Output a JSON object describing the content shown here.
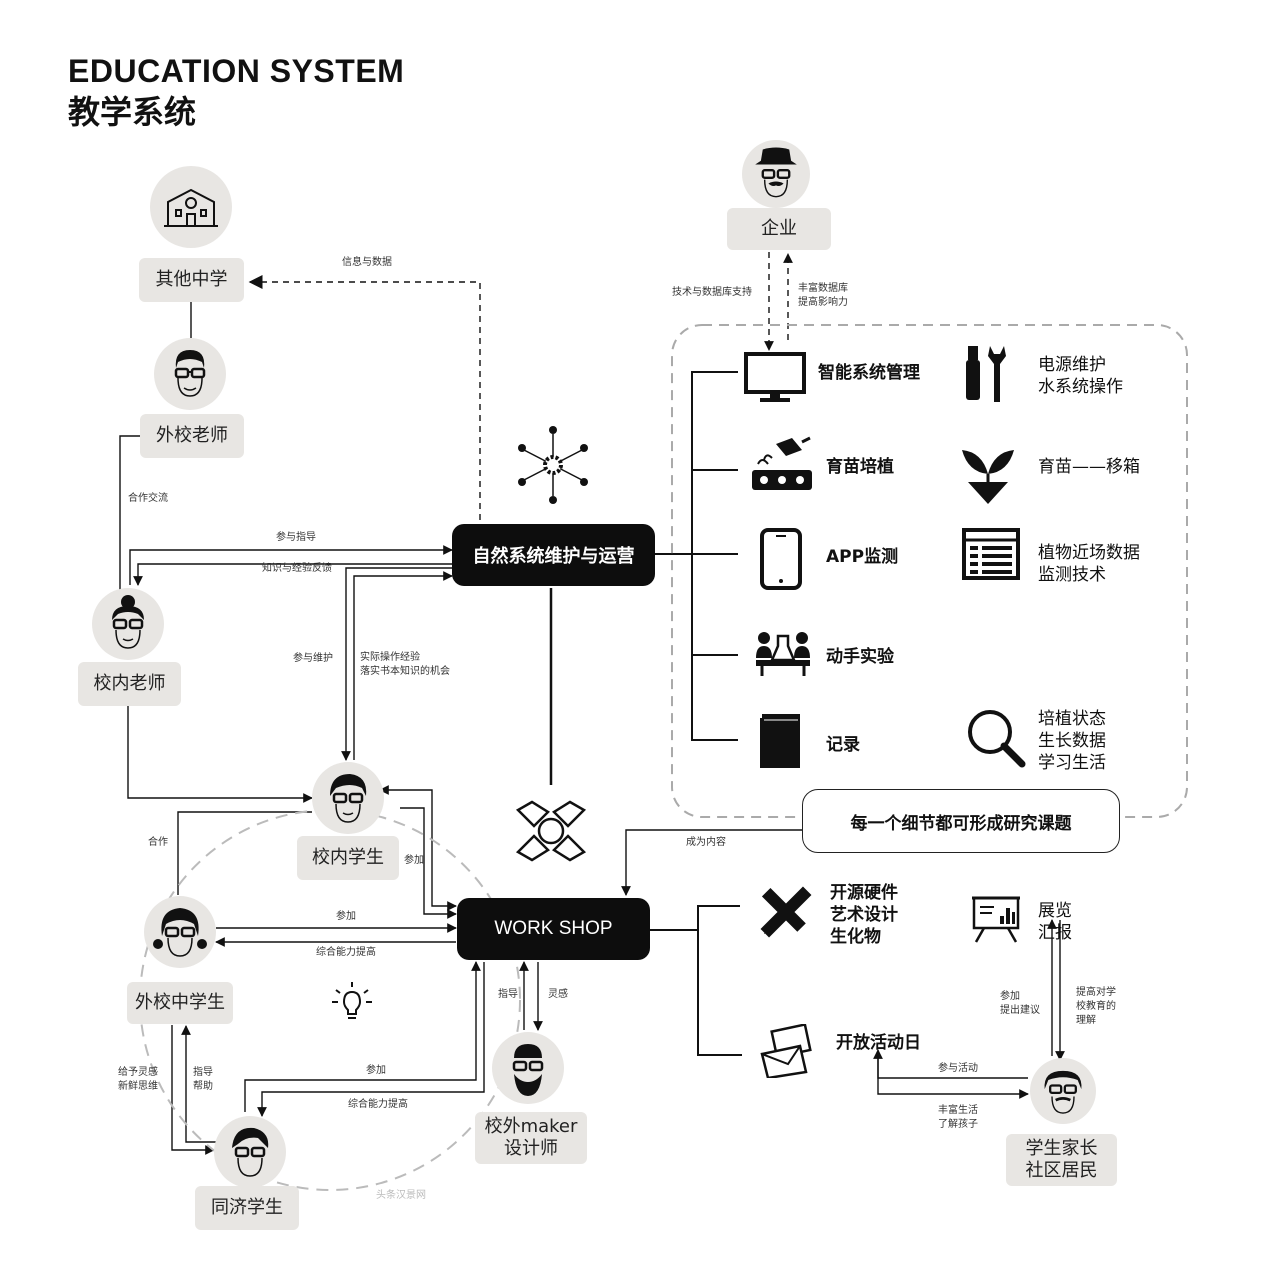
{
  "header": {
    "title_en": "EDUCATION SYSTEM",
    "title_cn": "教学系统"
  },
  "nodes": {
    "other_school": "其他中学",
    "outside_teacher": "外校老师",
    "inside_teacher": "校内老师",
    "inside_student": "校内学生",
    "outside_student": "外校中学生",
    "tongji_student": "同济学生",
    "maker_line1": "校外maker",
    "maker_line2": "设计师",
    "enterprise": "企业",
    "parents_line1": "学生家长",
    "parents_line2": "社区居民",
    "nature_system": "自然系统维护与运营",
    "workshop": "WORK SHOP",
    "research": "每一个细节都可形成研究课题"
  },
  "edges": {
    "info_data": "信息与数据",
    "cooperation_exchange": "合作交流",
    "participate_guide": "参与指导",
    "knowledge_feedback": "知识与经验反馈",
    "participate_maintain": "参与维护",
    "practice_line1": "实际操作经验",
    "practice_line2": "落实书本知识的机会",
    "cooperate": "合作",
    "join1": "参加",
    "join2": "参加",
    "ability1": "综合能力提高",
    "join3": "参加",
    "ability2": "综合能力提高",
    "inspire_line1": "给予灵感",
    "inspire_line2": "新鲜思维",
    "guide_help_line1": "指导",
    "guide_help_line2": "帮助",
    "guide": "指导",
    "inspiration": "灵感",
    "tech_support": "技术与数据库支持",
    "enrich_line1": "丰富数据库",
    "enrich_line2": "提高影响力",
    "become_content": "成为内容",
    "join_suggest_line1": "参加",
    "join_suggest_line2": "提出建议",
    "improve_line1": "提高对学",
    "improve_line2": "校教育的",
    "improve_line3": "理解",
    "join_activity": "参与活动",
    "enrich_life_line1": "丰富生活",
    "enrich_life_line2": "了解孩子"
  },
  "watermark": "头条汉景网",
  "functions": {
    "smart_mgmt": "智能系统管理",
    "power_line1": "电源维护",
    "power_line2": "水系统操作",
    "seedling": "育苗培植",
    "transplant": "育苗——移箱",
    "app": "APP监测",
    "plant_data_line1": "植物近场数据",
    "plant_data_line2": "监测技术",
    "experiment": "动手实验",
    "record": "记录",
    "status_line1": "培植状态",
    "status_line2": "生长数据",
    "status_line3": "学习生活",
    "hardware_line1": "开源硬件",
    "hardware_line2": "艺术设计",
    "hardware_line3": "生化物",
    "exhibit_line1": "展览",
    "exhibit_line2": "汇报",
    "openday": "开放活动日"
  },
  "icons": [
    "building-icon",
    "monitor-icon",
    "tools-icon",
    "watering-icon",
    "sprout-icon",
    "phone-icon",
    "table-icon",
    "experiment-icon",
    "book-icon",
    "magnifier-icon",
    "network-icon",
    "handshake-icon",
    "lightbulb-icon",
    "pencil-ruler-icon",
    "presentation-icon",
    "envelope-icon"
  ]
}
